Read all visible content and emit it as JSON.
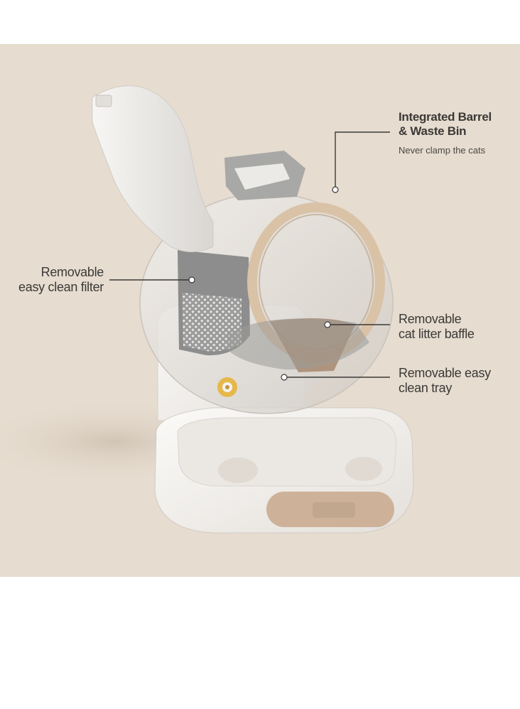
{
  "image": {
    "subject": "automatic self-cleaning cat litter box",
    "colors": {
      "background": "#e6dccf",
      "shell": "#f4f2ef",
      "accent_ring": "#d9c2a6",
      "panel": "#cdb299",
      "filter": "#8d8d8d",
      "line": "#3b3937"
    }
  },
  "callouts": {
    "barrel": {
      "title_line1": "Integrated Barrel",
      "title_line2": "& Waste Bin",
      "subtitle": "Never clamp the cats"
    },
    "filter": {
      "line1": "Removable",
      "line2": "easy clean filter"
    },
    "baffle": {
      "line1": "Removable",
      "line2": "cat litter baffle"
    },
    "tray": {
      "line1": "Removable easy",
      "line2": "clean tray"
    }
  }
}
